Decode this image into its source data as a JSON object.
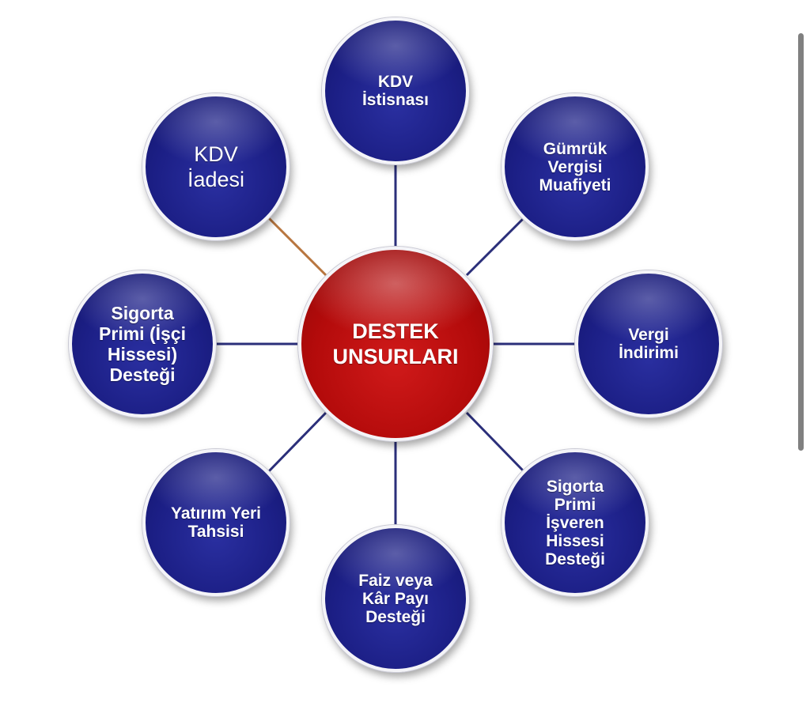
{
  "diagram": {
    "center": "DESTEK\nUNSURLARI",
    "nodes": {
      "kdv_istisnasi": "KDV\nİstisnası",
      "gumruk": "Gümrük\nVergisi\nMuafiyeti",
      "vergi_indirimi": "Vergi\nİndirimi",
      "sigorta_isveren": "Sigorta\nPrimi\nİşveren\nHissesi\nDesteği",
      "faiz": "Faiz veya\nKâr Payı\nDesteği",
      "yatirim_yeri": "Yatırım Yeri\nTahsisi",
      "sigorta_isci": "Sigorta\nPrimi (İşçi\nHissesi)\nDesteği",
      "kdv_iadesi": "KDV\nİadesi"
    },
    "colors": {
      "outer_node": "#1c1f86",
      "center_node": "#b40b0b",
      "connector": "#2b2f7a",
      "kdv_iadesi_connector": "#b8763f"
    }
  }
}
